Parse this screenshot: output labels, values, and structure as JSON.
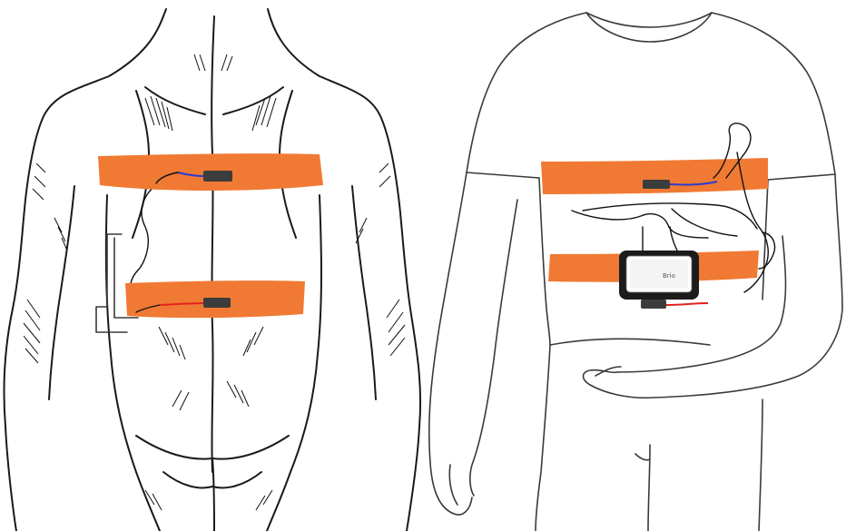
{
  "figure": {
    "left_figure": {
      "view": "back",
      "belts": [
        "upper",
        "lower"
      ]
    },
    "right_figure": {
      "view": "front",
      "belts": [
        "upper",
        "lower"
      ],
      "recorder_label": "Brio"
    }
  },
  "colors": {
    "belt": "#f07a33",
    "sensor": "#3c3c3c",
    "upper_lead": "#2a3bd1",
    "lower_lead": "#e0231f",
    "wire": "#111111"
  }
}
